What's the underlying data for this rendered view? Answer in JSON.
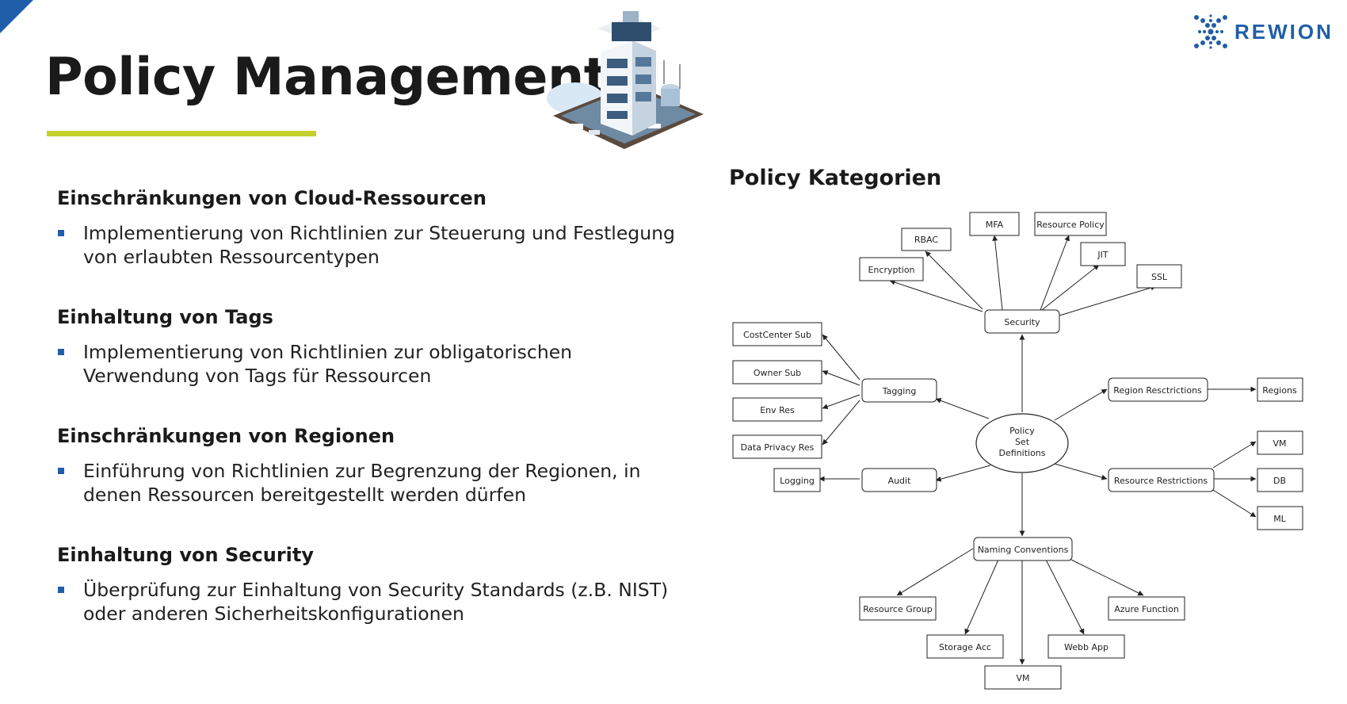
{
  "header": {
    "title": "Policy Management"
  },
  "logo": {
    "text": "REWION"
  },
  "sections": [
    {
      "heading": "Einschränkungen von Cloud-Ressourcen",
      "lines": [
        "Implementierung von Richtlinien zur Steuerung und Festlegung",
        "von erlaubten Ressourcentypen"
      ]
    },
    {
      "heading": "Einhaltung von Tags",
      "lines": [
        "Implementierung von Richtlinien zur obligatorischen",
        "Verwendung von Tags für Ressourcen"
      ]
    },
    {
      "heading": "Einschränkungen von Regionen",
      "lines": [
        "Einführung von Richtlinien zur Begrenzung der Regionen, in",
        "denen Ressourcen bereitgestellt werden dürfen"
      ]
    },
    {
      "heading": "Einhaltung von Security",
      "lines": [
        "Überprüfung zur Einhaltung von Security Standards (z.B. NIST)",
        "oder anderen Sicherheitskonfigurationen"
      ]
    }
  ],
  "diagram": {
    "title": "Policy Kategorien",
    "center": [
      "Policy",
      "Set",
      "Definitions"
    ],
    "nodes": {
      "security": "Security",
      "encryption": "Encryption",
      "rbac": "RBAC",
      "mfa": "MFA",
      "resource_policy": "Resource Policy",
      "jit": "JIT",
      "ssl": "SSL",
      "tagging": "Tagging",
      "costcenter_sub": "CostCenter Sub",
      "owner_sub": "Owner Sub",
      "env_res": "Env Res",
      "data_privacy_res": "Data Privacy Res",
      "audit": "Audit",
      "logging": "Logging",
      "region_restrictions": "Region Resctrictions",
      "regions": "Regions",
      "resource_restrictions": "Resource Restrictions",
      "vm_rr": "VM",
      "db": "DB",
      "ml": "ML",
      "naming_conventions": "Naming Conventions",
      "resource_group": "Resource Group",
      "storage_acc": "Storage Acc",
      "vm_nc": "VM",
      "webb_app": "Webb App",
      "azure_function": "Azure Function"
    }
  }
}
